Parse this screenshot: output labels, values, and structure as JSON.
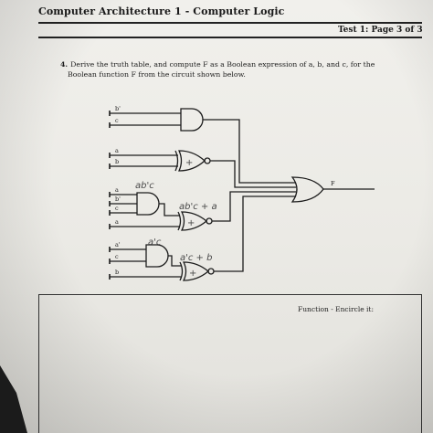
{
  "header": {
    "course_title": "Computer Architecture 1 - Computer Logic",
    "page_label": "Test 1: Page 3 of 3"
  },
  "question": {
    "number": "4.",
    "line1": "Derive the truth table, and compute F as a Boolean expression of a, b, and c, for the",
    "line2": "Boolean function F from the circuit shown below."
  },
  "circuit": {
    "inputs": {
      "g1_top": "b'",
      "g1_bot": "c",
      "g2_top": "a",
      "g2_bot": "b",
      "g3_top": "a",
      "g3_mid": "b'",
      "g3_bot": "c",
      "g4_top": "a",
      "g5_top": "a'",
      "g5_bot": "c",
      "g6_bot": "b"
    },
    "output_label": "F",
    "handwritten": {
      "and3_out": "ab'c",
      "xnor1_note": "ab'c + a",
      "and2_out": "a'c",
      "xnor2_note": "a'c + b",
      "plus": "+"
    }
  },
  "answer_box": {
    "label": "Function - Encircle it:"
  }
}
